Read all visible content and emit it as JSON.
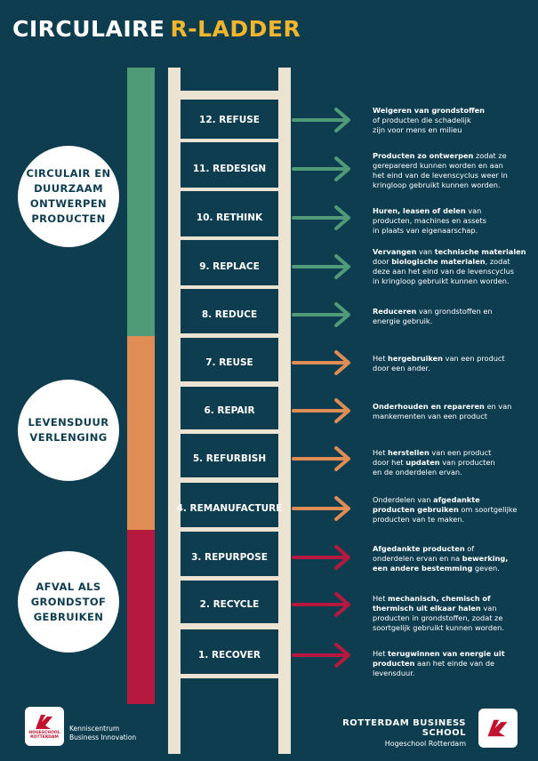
{
  "title": {
    "part1": "CIRCULAIRE",
    "part2": "R-LADDER"
  },
  "colors": {
    "background": "#0e3d50",
    "green": "#4f9a77",
    "orange": "#e08c55",
    "red": "#b51a3e",
    "accent": "#f1b52e",
    "ladder": "#ece3d2"
  },
  "groups": [
    {
      "label": "CIRCULAIR EN DUURZAAM ONTWERPEN PRODUCTEN",
      "lines": [
        "CIRCULAIR EN",
        "DUURZAAM",
        "ONTWERPEN",
        "PRODUCTEN"
      ],
      "color": "#4f9a77"
    },
    {
      "label": "LEVENSDUUR VERLENGING",
      "lines": [
        "LEVENSDUUR",
        "VERLENGING"
      ],
      "color": "#e08c55"
    },
    {
      "label": "AFVAL ALS GRONDSTOF GEBRUIKEN",
      "lines": [
        "AFVAL ALS",
        "GRONDSTOF",
        "GEBRUIKEN"
      ],
      "color": "#b51a3e"
    }
  ],
  "steps": [
    {
      "label": "12. REFUSE",
      "group": 0,
      "desc": [
        [
          "b",
          "Weigeren van grondstoffen"
        ],
        [
          "",
          "\nof producten die schadelijk\nzijn voor mens en milieu"
        ]
      ]
    },
    {
      "label": "11. REDESIGN",
      "group": 0,
      "desc": [
        [
          "b",
          "Producten zo ontwerpen"
        ],
        [
          "",
          " zodat ze\ngerepareerd kunnen worden en aan\nhet eind van de levenscyclus weer in\nkringloop gebruikt kunnen worden."
        ]
      ]
    },
    {
      "label": "10. RETHINK",
      "group": 0,
      "desc": [
        [
          "b",
          "Huren, leasen of delen"
        ],
        [
          "",
          " van\nproducten, machines en assets\nin plaats van eigenaarschap."
        ]
      ]
    },
    {
      "label": "9. REPLACE",
      "group": 0,
      "desc": [
        [
          "b",
          "Vervangen"
        ],
        [
          "",
          " van "
        ],
        [
          "b",
          "technische materialen"
        ],
        [
          "",
          "\ndoor "
        ],
        [
          "b",
          "biologische materialen"
        ],
        [
          "",
          ", zodat\ndeze aan het eind van de levenscyclus\nin kringloop gebruikt kunnen worden."
        ]
      ]
    },
    {
      "label": "8. REDUCE",
      "group": 0,
      "desc": [
        [
          "b",
          "Reduceren"
        ],
        [
          "",
          " van grondstoffen en\nenergie gebruik."
        ]
      ]
    },
    {
      "label": "7. REUSE",
      "group": 1,
      "desc": [
        [
          "",
          "Het "
        ],
        [
          "b",
          "hergebruiken"
        ],
        [
          "",
          " van een product\ndoor een ander."
        ]
      ]
    },
    {
      "label": "6. REPAIR",
      "group": 1,
      "desc": [
        [
          "b",
          "Onderhouden en repareren"
        ],
        [
          "",
          " en van\nmankementen van een product"
        ]
      ]
    },
    {
      "label": "5. REFURBISH",
      "group": 1,
      "desc": [
        [
          "",
          "Het "
        ],
        [
          "b",
          "herstellen"
        ],
        [
          "",
          " van een product\ndoor het "
        ],
        [
          "b",
          "updaten"
        ],
        [
          "",
          " van producten\nen de onderdelen ervan."
        ]
      ]
    },
    {
      "label": "4. REMANUFACTURE",
      "group": 1,
      "desc": [
        [
          "",
          "Onderdelen van "
        ],
        [
          "b",
          "afgedankte\nproducten gebruiken"
        ],
        [
          "",
          " om soortgelijke\nproducten van te maken."
        ]
      ]
    },
    {
      "label": "3. REPURPOSE",
      "group": 2,
      "desc": [
        [
          "b",
          "Afgedankte producten"
        ],
        [
          "",
          " of\nonderdelen ervan en na "
        ],
        [
          "b",
          "bewerking,\neen andere bestemming"
        ],
        [
          "",
          " geven."
        ]
      ]
    },
    {
      "label": "2. RECYCLE",
      "group": 2,
      "desc": [
        [
          "",
          "Het "
        ],
        [
          "b",
          "mechanisch, chemisch of\nthermisch uit elkaar halen"
        ],
        [
          "",
          " van\nproducten in grondstoffen, zodat ze\nsoortgelijk gebruikt kunnen worden."
        ]
      ]
    },
    {
      "label": "1. RECOVER",
      "group": 2,
      "desc": [
        [
          "",
          "Het "
        ],
        [
          "b",
          "terugwinnen van energie uit\nproducten"
        ],
        [
          "",
          " aan het einde van de\nlevensduur."
        ]
      ]
    }
  ],
  "footer": {
    "left_logo_text": [
      "HOGESCHOOL",
      "ROTTERDAM"
    ],
    "left_lines": [
      "Kenniscentrum",
      "Business Innovation"
    ],
    "right_title": "ROTTERDAM BUSINESS SCHOOL",
    "right_sub": "Hogeschool Rotterdam"
  }
}
